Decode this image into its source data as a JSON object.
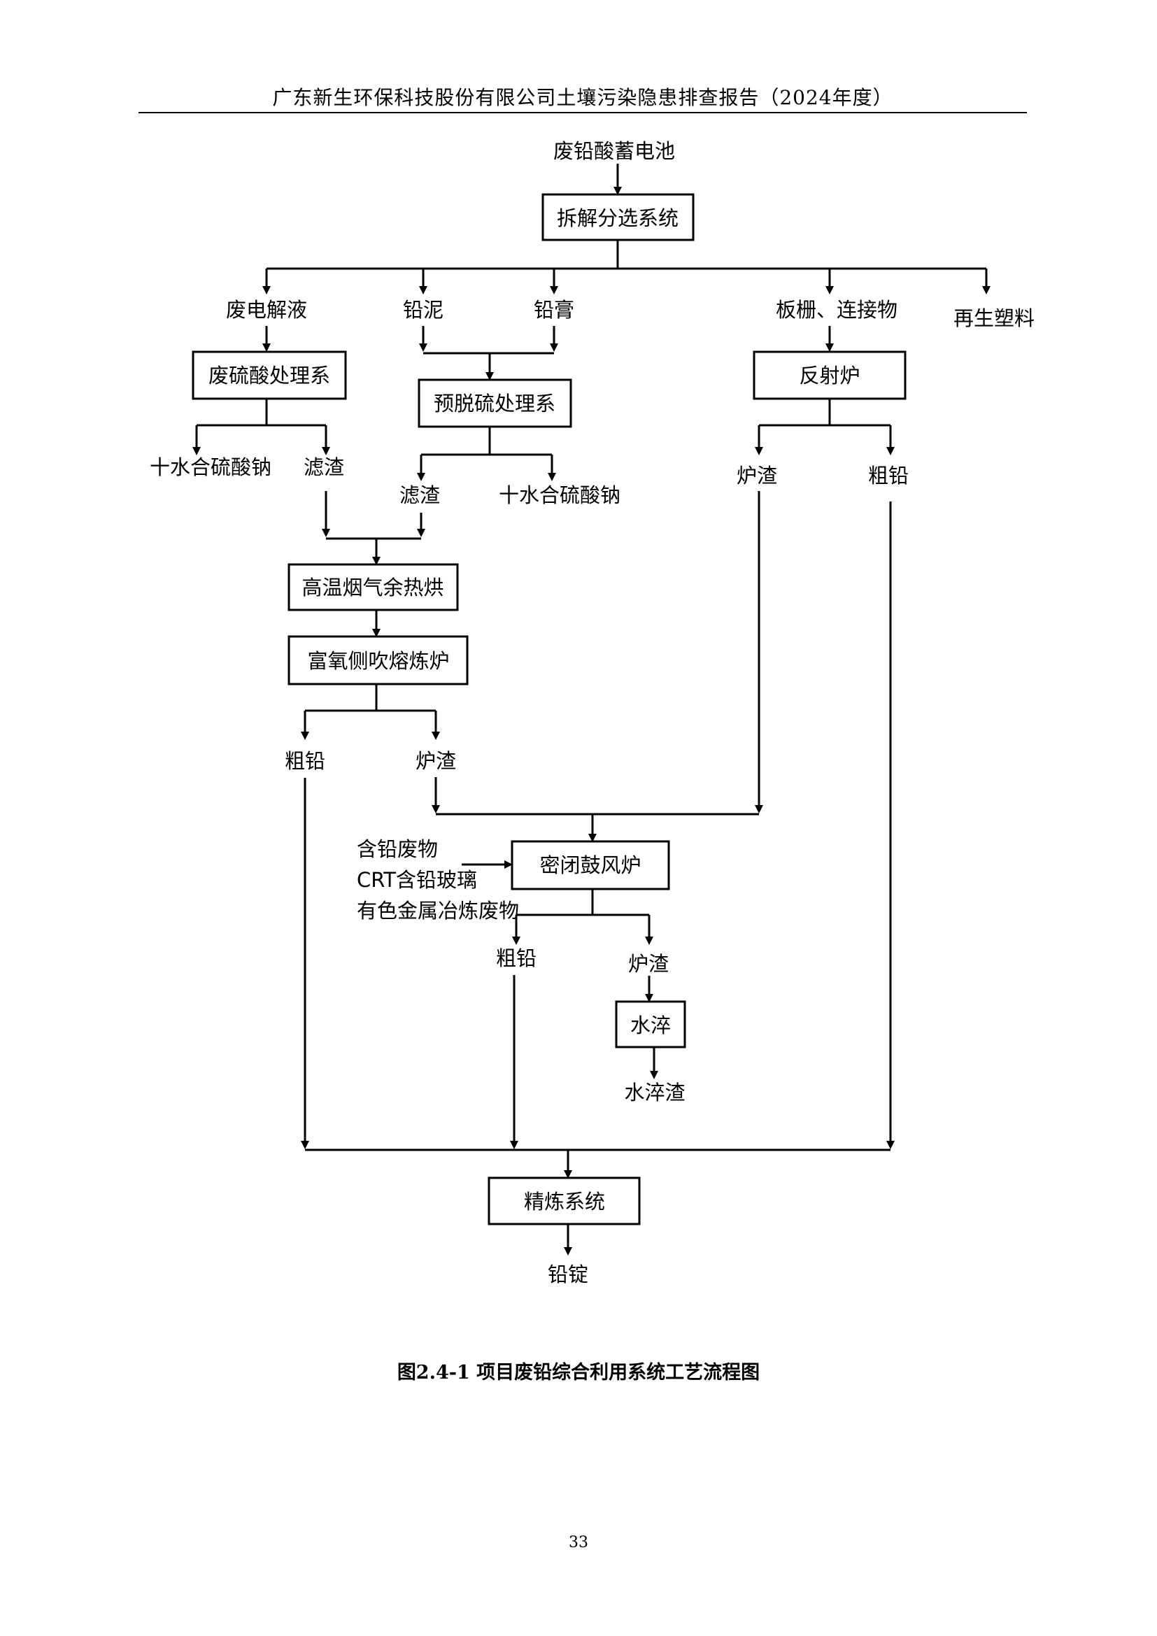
{
  "header": {
    "title": "广东新生环保科技股份有限公司土壤污染隐患排查报告（2024年度）"
  },
  "flowchart": {
    "nodes": {
      "battery": "废铅酸蓄电池",
      "dismantle": "拆解分选系统",
      "waste_electrolyte": "废电解液",
      "lead_mud": "铅泥",
      "lead_paste": "铅膏",
      "grid": "板栅、连接物",
      "plastic": "再生塑料",
      "acid_treatment": "废硫酸处理系",
      "desulfur": "预脱硫处理系",
      "reverb_furnace": "反射炉",
      "sodium_sulfate_1": "十水合硫酸钠",
      "filter_residue_1": "滤渣",
      "filter_residue_2": "滤渣",
      "sodium_sulfate_2": "十水合硫酸钠",
      "slag_reverb": "炉渣",
      "crude_lead_reverb": "粗铅",
      "flue_dryer": "高温烟气余热烘",
      "oxygen_furnace": "富氧侧吹熔炼炉",
      "crude_lead_oxygen": "粗铅",
      "slag_oxygen": "炉渣",
      "input_lead_waste": "含铅废物",
      "input_crt": "CRT含铅玻璃",
      "input_nonferrous": "有色金属冶炼废物",
      "blast_furnace": "密闭鼓风炉",
      "crude_lead_blast": "粗铅",
      "slag_blast": "炉渣",
      "water_quench": "水淬",
      "quench_slag": "水淬渣",
      "refining": "精炼系统",
      "lead_ingot": "铅锭"
    }
  },
  "caption": "图2.4-1  项目废铅综合利用系统工艺流程图",
  "page_number": "33"
}
